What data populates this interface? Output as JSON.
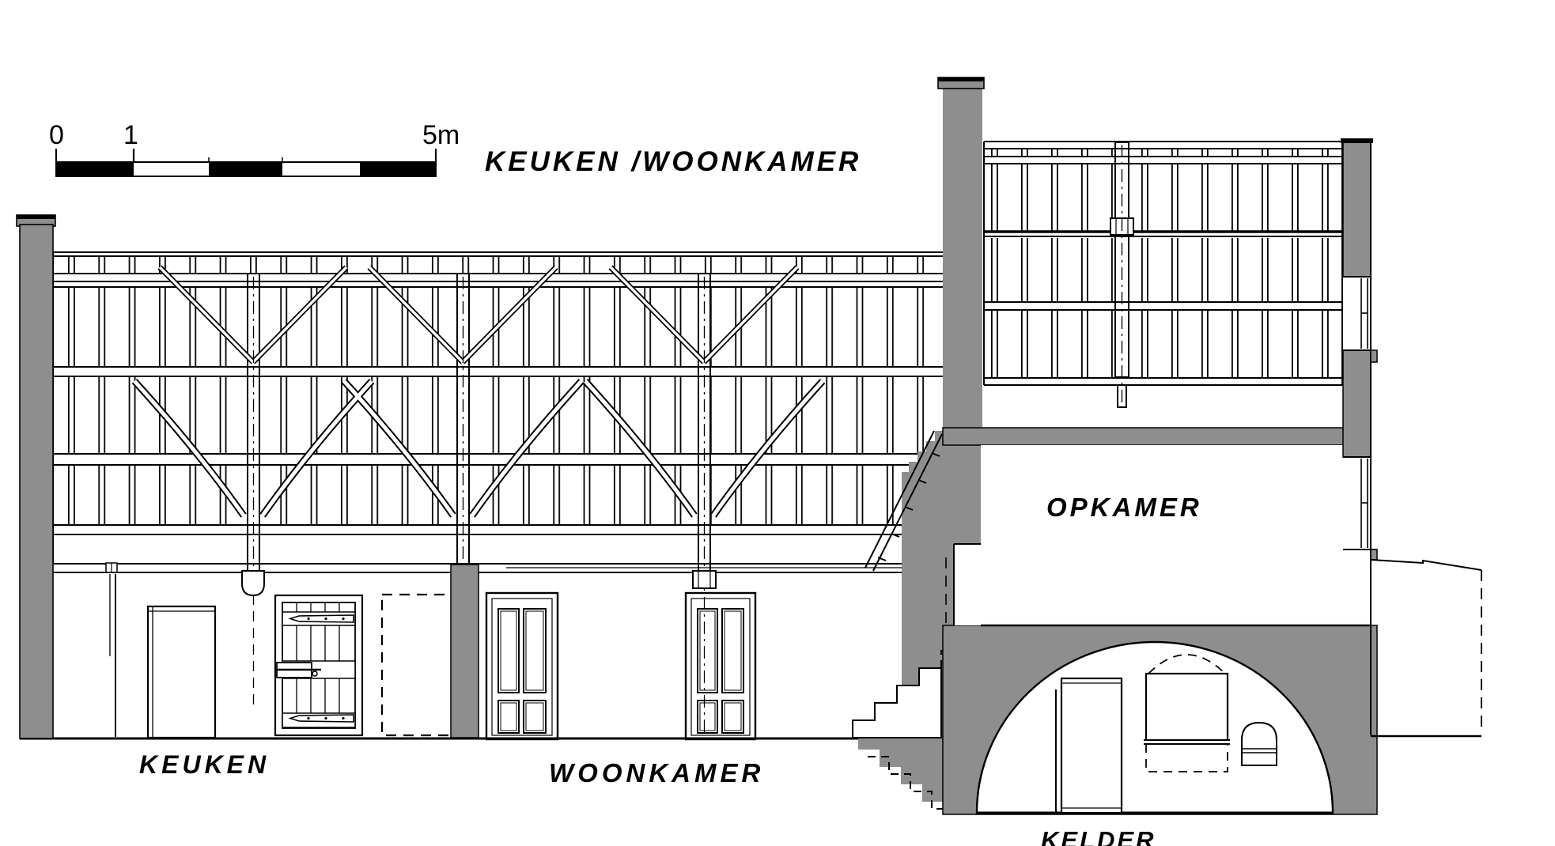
{
  "title": {
    "text": "KEUKEN /WOONKAMER"
  },
  "scale_bar": {
    "labels": {
      "zero": "0",
      "one": "1",
      "five": "5m"
    },
    "unit": "m",
    "segments": 5
  },
  "labels": {
    "keuken": "KEUKEN",
    "woonkamer": "WOONKAMER",
    "opkamer": "OPKAMER",
    "kelder": "KELDER"
  },
  "colors": {
    "wall_gray": "#8e8e8e",
    "line": "#000000",
    "background": "#ffffff"
  }
}
